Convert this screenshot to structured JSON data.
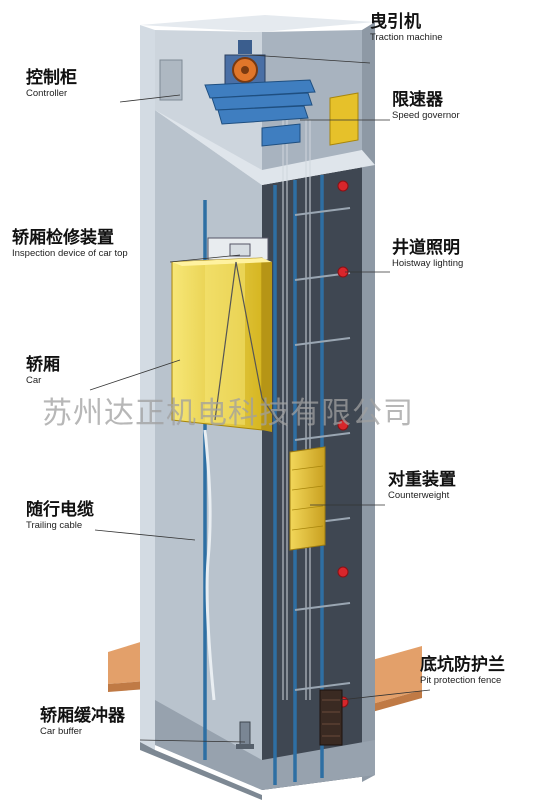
{
  "labels": {
    "traction_machine": {
      "zh": "曳引机",
      "en": "Traction machine"
    },
    "controller": {
      "zh": "控制柜",
      "en": "Controller"
    },
    "speed_governor": {
      "zh": "限速器",
      "en": "Speed governor"
    },
    "inspection_device": {
      "zh": "轿厢检修装置",
      "en": "Inspection device of car top"
    },
    "hoistway_lighting": {
      "zh": "井道照明",
      "en": "Hoistway lighting"
    },
    "car": {
      "zh": "轿厢",
      "en": "Car"
    },
    "trailing_cable": {
      "zh": "随行电缆",
      "en": "Trailing cable"
    },
    "counterweight": {
      "zh": "对重装置",
      "en": "Counterweight"
    },
    "pit_protection_fence": {
      "zh": "底坑防护兰",
      "en": "Pit protection fence"
    },
    "car_buffer": {
      "zh": "轿厢缓冲器",
      "en": "Car buffer"
    }
  },
  "watermark": "苏州达正机电科技有限公司",
  "colors": {
    "shaft_wall": "#b9c3cd",
    "shaft_dark": "#3f4752",
    "car_yellow": "#f0d94a",
    "rail_blue": "#2e6fa3",
    "lamp_red": "#d8262b",
    "floor_slab": "#e3a06a"
  }
}
